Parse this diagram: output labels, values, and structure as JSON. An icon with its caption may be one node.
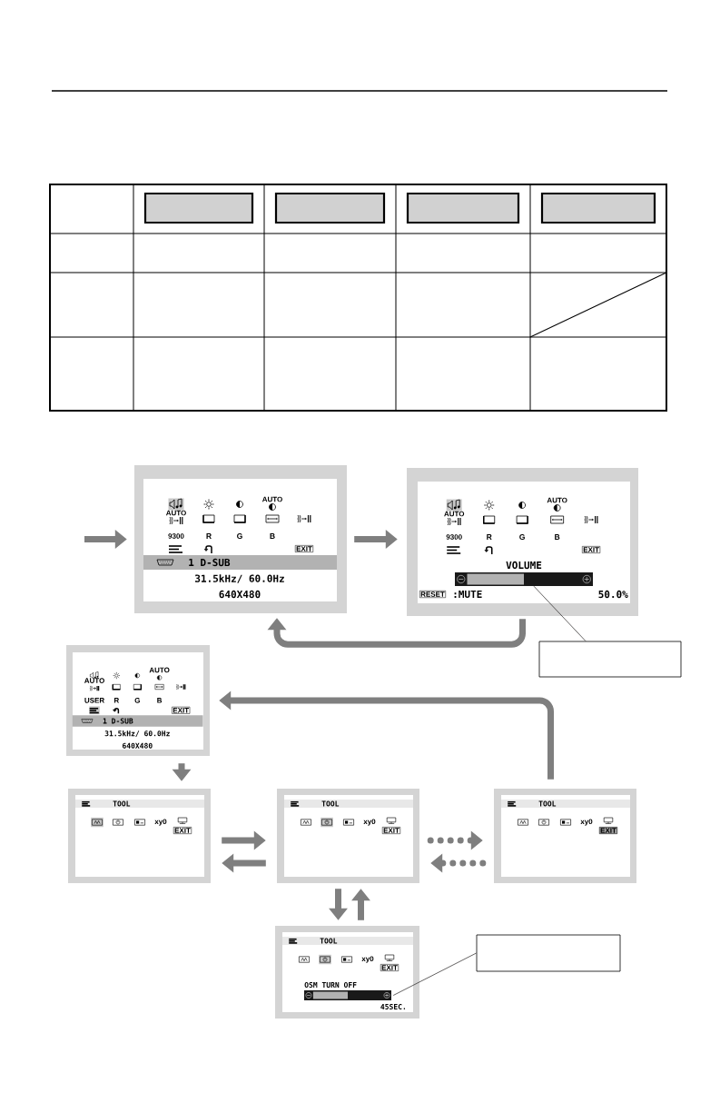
{
  "diagram": {
    "nodes": [
      {
        "text": [
          "AUTO",
          "AUTO",
          "9300",
          "R",
          "G",
          "B",
          "EXIT",
          "1 D-SUB",
          "31.5kHz/ 60.0Hz",
          "640X480"
        ]
      },
      {
        "text": [
          "AUTO",
          "AUTO",
          "9300",
          "R",
          "G",
          "B",
          "EXIT",
          "VOLUME",
          "RESET",
          ":MUTE",
          "50.0%"
        ]
      },
      {
        "text": [],
        "shape": "bar",
        "in": 1
      },
      {
        "text": [],
        "shape": "box"
      },
      {
        "text": [
          "AUTO",
          "AUTO",
          "USER",
          "R",
          "G",
          "B",
          "EXIT",
          "1 D-SUB",
          "31.5kHz/ 60.0Hz",
          "640X480"
        ]
      },
      {
        "text": [
          "TOOL",
          "xy0",
          "EXIT"
        ]
      },
      {
        "text": [
          "TOOL",
          "xy0",
          "EXIT"
        ]
      },
      {
        "text": [
          "TOOL",
          "xy0",
          "EXIT"
        ]
      },
      {
        "text": [
          "TOOL",
          "xy0",
          "EXIT",
          "OSM TURN OFF",
          "45SEC."
        ]
      },
      {
        "text": [],
        "shape": "bar",
        "in": 8
      },
      {
        "text": [],
        "shape": "box"
      }
    ],
    "edges": [
      {
        "from": null,
        "to": 0,
        "arrow": "to"
      },
      {
        "from": 0,
        "to": 1,
        "arrow": "to"
      },
      {
        "from": 1,
        "to": 0,
        "arrow": "to"
      },
      {
        "from": 7,
        "to": 4,
        "arrow": "to"
      },
      {
        "from": 4,
        "to": 5,
        "arrow": "to"
      },
      {
        "from": 5,
        "to": 6,
        "arrow": "to"
      },
      {
        "from": 6,
        "to": 5,
        "arrow": "to"
      },
      {
        "from": 6,
        "to": 7,
        "arrow": "to",
        "style": "dashed"
      },
      {
        "from": 7,
        "to": 6,
        "arrow": "to",
        "style": "dashed"
      },
      {
        "from": 6,
        "to": 8,
        "arrow": "to"
      },
      {
        "from": 8,
        "to": 6,
        "arrow": "to"
      },
      {
        "from": 3,
        "to": 2,
        "arrow": "none",
        "color": "#231f20"
      },
      {
        "from": 10,
        "to": 9,
        "arrow": "none",
        "color": "#231f20"
      }
    ]
  }
}
